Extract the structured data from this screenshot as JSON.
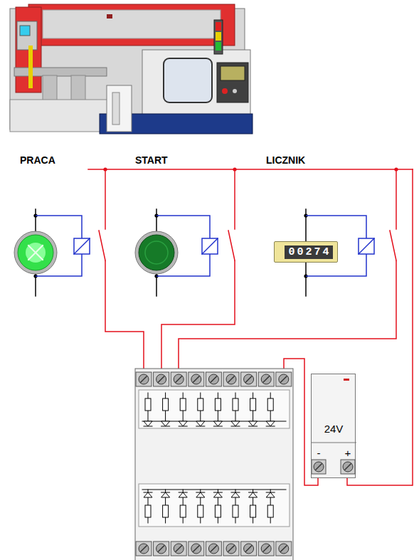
{
  "diagram": {
    "nodes": [
      {
        "text": [
          "00274"
        ]
      },
      {
        "text": [
          "24V",
          "-",
          "+"
        ]
      }
    ],
    "labels": [
      "PRACA",
      "START",
      "LICZNIK"
    ]
  }
}
